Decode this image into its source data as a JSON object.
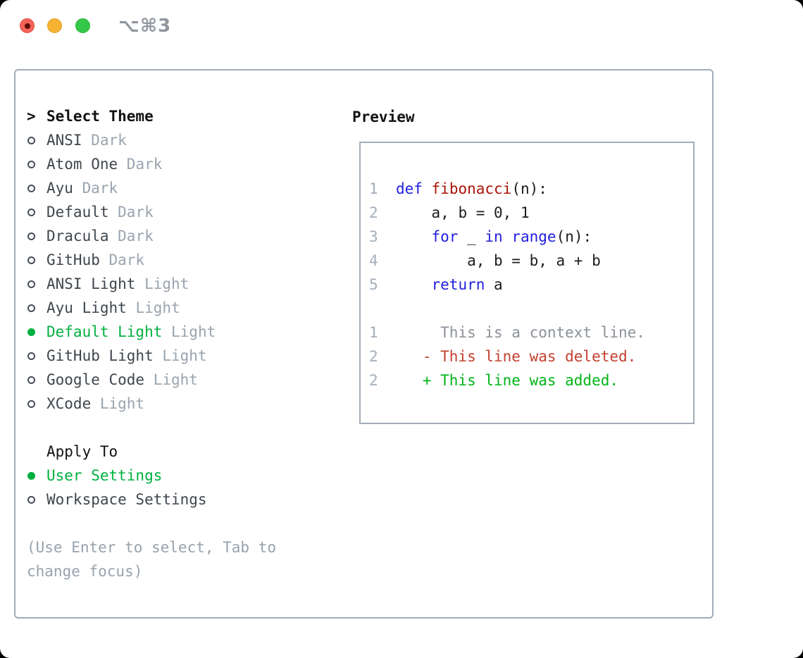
{
  "window": {
    "title": "⌥⌘3",
    "traffic_lights": [
      "close",
      "minimize",
      "zoom"
    ]
  },
  "colors": {
    "selection_green": "#00b140",
    "added_green": "#00b517",
    "deleted_red": "#c3402e",
    "keyword_blue": "#2020df",
    "function_red": "#a91409",
    "tag_gray": "#9aa4af",
    "help_gray": "#98a2ad",
    "border_gray": "#a3acb7"
  },
  "theme_panel": {
    "prompt": ">",
    "header": "Select Theme",
    "themes": [
      {
        "name": "ANSI",
        "tag": "Dark",
        "selected": false
      },
      {
        "name": "Atom One",
        "tag": "Dark",
        "selected": false
      },
      {
        "name": "Ayu",
        "tag": "Dark",
        "selected": false
      },
      {
        "name": "Default",
        "tag": "Dark",
        "selected": false
      },
      {
        "name": "Dracula",
        "tag": "Dark",
        "selected": false
      },
      {
        "name": "GitHub",
        "tag": "Dark",
        "selected": false
      },
      {
        "name": "ANSI Light",
        "tag": "Light",
        "selected": false
      },
      {
        "name": "Ayu Light",
        "tag": "Light",
        "selected": false
      },
      {
        "name": "Default Light",
        "tag": "Light",
        "selected": true
      },
      {
        "name": "GitHub Light",
        "tag": "Light",
        "selected": false
      },
      {
        "name": "Google Code",
        "tag": "Light",
        "selected": false
      },
      {
        "name": "XCode",
        "tag": "Light",
        "selected": false
      }
    ],
    "apply_to": {
      "label": "Apply To",
      "options": [
        {
          "name": "User Settings",
          "selected": true
        },
        {
          "name": "Workspace Settings",
          "selected": false
        }
      ]
    },
    "help_lines": [
      "(Use Enter to select, Tab to",
      "change focus)"
    ]
  },
  "preview": {
    "label": "Preview",
    "code_lines": [
      {
        "num": "1",
        "segments": [
          {
            "text": "def",
            "style": "keyword"
          },
          {
            "text": " ",
            "style": "plain"
          },
          {
            "text": "fibonacci",
            "style": "function"
          },
          {
            "text": "(n):",
            "style": "plain"
          }
        ]
      },
      {
        "num": "2",
        "segments": [
          {
            "text": "    a, b = 0, 1",
            "style": "plain"
          }
        ]
      },
      {
        "num": "3",
        "segments": [
          {
            "text": "    ",
            "style": "plain"
          },
          {
            "text": "for",
            "style": "keyword"
          },
          {
            "text": " _ ",
            "style": "plain"
          },
          {
            "text": "in",
            "style": "keyword"
          },
          {
            "text": " ",
            "style": "plain"
          },
          {
            "text": "range",
            "style": "keyword"
          },
          {
            "text": "(n):",
            "style": "plain"
          }
        ]
      },
      {
        "num": "4",
        "segments": [
          {
            "text": "        a, b = b, a + b",
            "style": "plain"
          }
        ]
      },
      {
        "num": "5",
        "segments": [
          {
            "text": "    ",
            "style": "plain"
          },
          {
            "text": "return",
            "style": "keyword"
          },
          {
            "text": " a",
            "style": "plain"
          }
        ]
      }
    ],
    "diff_lines": [
      {
        "num": "1",
        "marker": " ",
        "text": "This is a context line.",
        "kind": "context"
      },
      {
        "num": "2",
        "marker": "-",
        "text": "This line was deleted.",
        "kind": "deleted"
      },
      {
        "num": "2",
        "marker": "+",
        "text": "This line was added.",
        "kind": "added"
      }
    ]
  }
}
